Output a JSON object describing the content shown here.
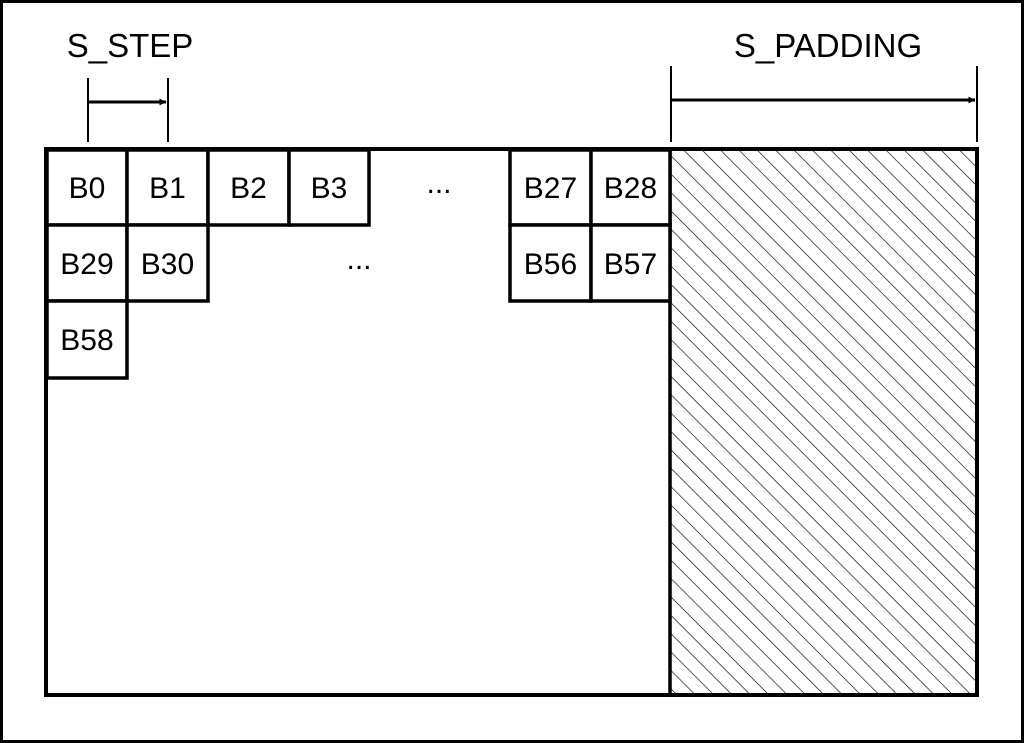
{
  "labels": {
    "step": "S_STEP",
    "padding": "S_PADDING"
  },
  "blocks": {
    "row1": [
      "B0",
      "B1",
      "B2",
      "B3",
      "B27",
      "B28"
    ],
    "row2": [
      "B29",
      "B30",
      "B56",
      "B57"
    ],
    "row3": [
      "B58"
    ]
  },
  "ellipsis": "..."
}
